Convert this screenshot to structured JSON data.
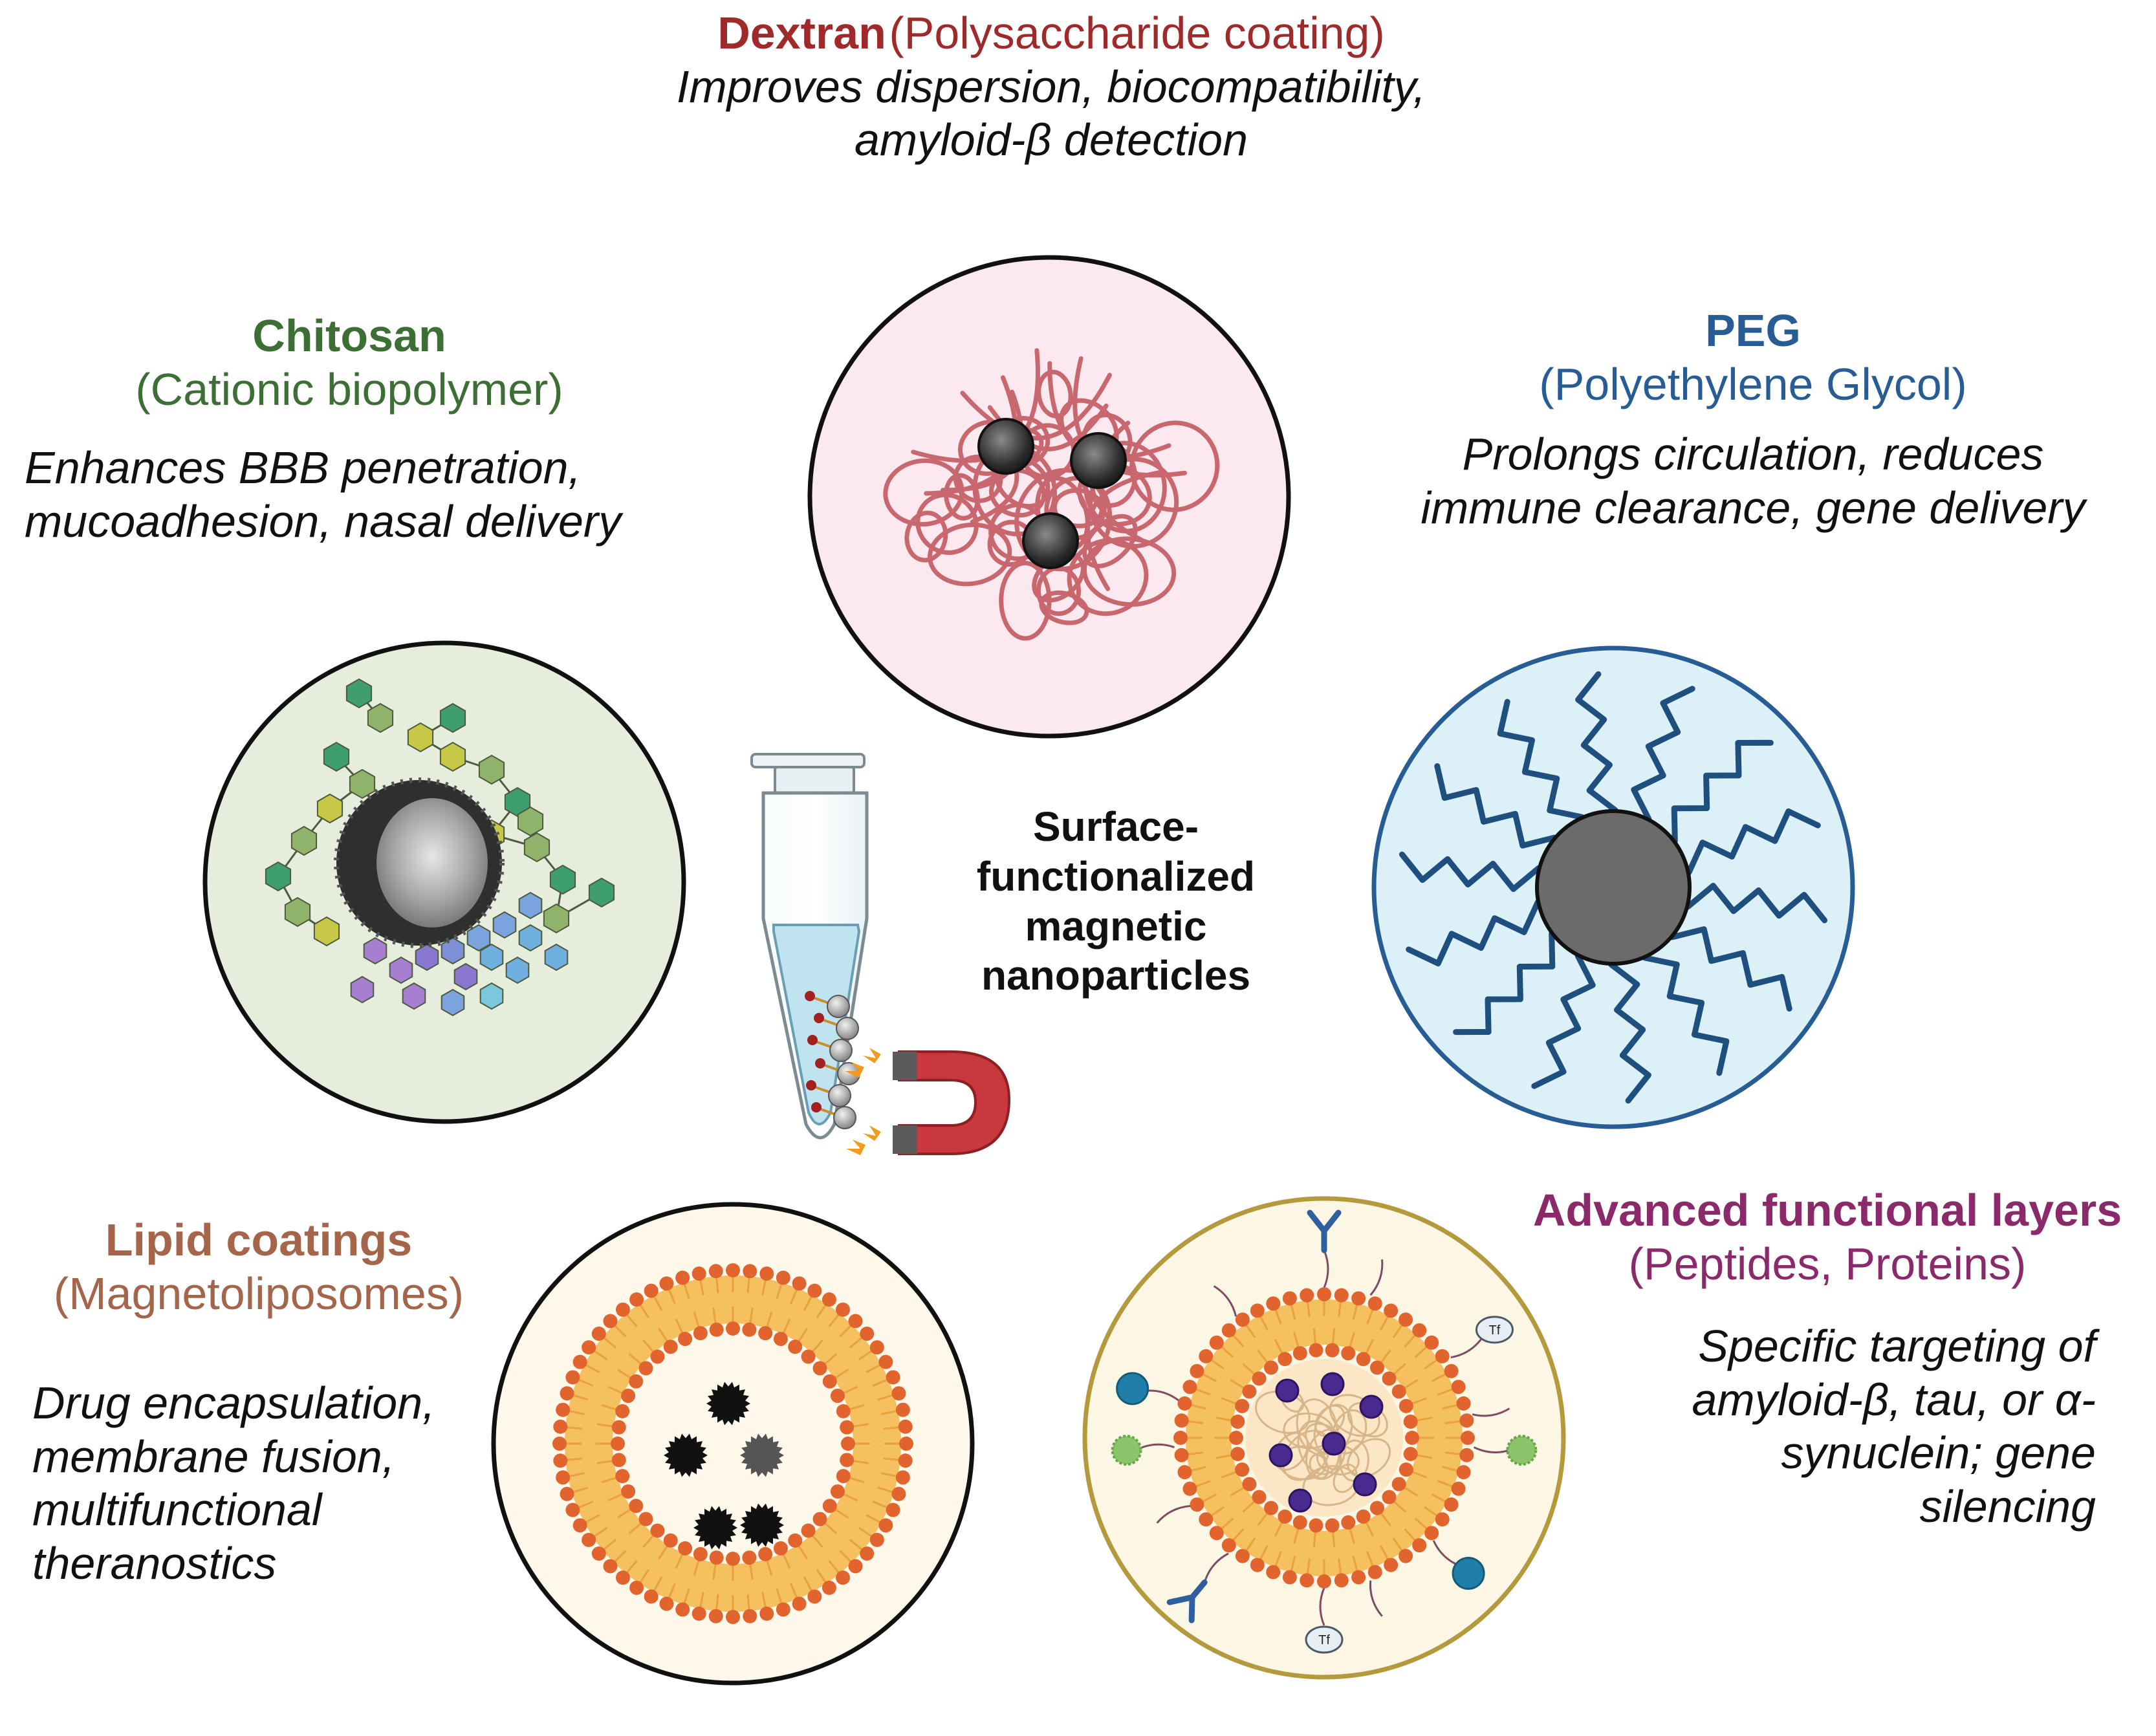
{
  "colors": {
    "dextran": "#9e2a2b",
    "chitosan": "#3c6e35",
    "peg": "#275d94",
    "lipid": "#a4654a",
    "advanced": "#8a2a6b",
    "dextran_bg": "#fbe9ef",
    "chitosan_bg": "#e6eddc",
    "peg_bg": "#dcf0f7",
    "lipid_bg": "#fdf8ea",
    "advanced_bg": "#fcf6e5"
  },
  "center": {
    "lines": [
      "Surface-",
      "functionalized",
      "magnetic",
      "nanoparticles"
    ]
  },
  "dextran": {
    "name": "Dextran",
    "type": "(Polysaccharide coating)",
    "desc_lines": [
      "Improves dispersion, biocompatibility,",
      "amyloid-β detection"
    ]
  },
  "chitosan": {
    "name": "Chitosan",
    "type": "(Cationic biopolymer)",
    "desc_lines": [
      "Enhances BBB penetration,",
      "mucoadhesion, nasal delivery"
    ]
  },
  "peg": {
    "name": "PEG",
    "type": "(Polyethylene Glycol)",
    "desc_lines": [
      "Prolongs circulation, reduces",
      "immune clearance, gene delivery"
    ]
  },
  "lipid": {
    "name": "Lipid coatings",
    "type": "(Magnetoliposomes)",
    "desc_lines": [
      "Drug encapsulation,",
      "membrane fusion,",
      "multifunctional",
      "theranostics"
    ]
  },
  "advanced": {
    "name": "Advanced functional layers",
    "type": "(Peptides, Proteins)",
    "desc_lines": [
      "Specific targeting of",
      "amyloid-β, tau, or α-",
      "synuclein; gene",
      "silencing"
    ],
    "tf_label": "Tf"
  },
  "icons": [
    "microcentrifuge-tube-icon",
    "horseshoe-magnet-icon",
    "antibody-icon",
    "transferrin-icon"
  ]
}
